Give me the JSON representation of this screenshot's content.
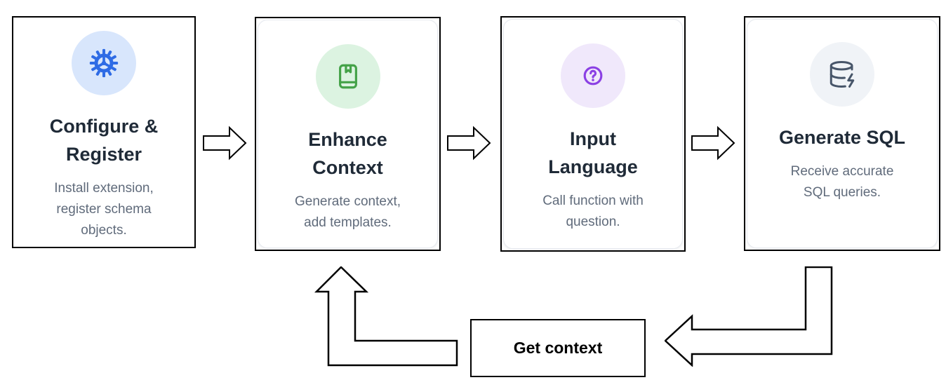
{
  "diagram": {
    "steps": [
      {
        "title": "Configure & Register",
        "title_line1": "Configure &",
        "title_line2": "Register",
        "desc_line1": "Install extension,",
        "desc_line2": "register schema",
        "desc_line3": "objects.",
        "icon": "gear-icon",
        "icon_color": "#2e6be5",
        "icon_bg": "#d8e6fc"
      },
      {
        "title": "Enhance Context",
        "title_line1": "Enhance",
        "title_line2": "Context",
        "desc_line1": "Generate context,",
        "desc_line2": "add templates.",
        "icon": "book-bookmark-icon",
        "icon_color": "#44a248",
        "icon_bg": "#dcf3e1"
      },
      {
        "title": "Input Language",
        "title_line1": "Input",
        "title_line2": "Language",
        "desc_line1": "Call function with",
        "desc_line2": "question.",
        "icon": "question-circle-icon",
        "icon_color": "#8b40e4",
        "icon_bg": "#f0e8fb"
      },
      {
        "title": "Generate SQL",
        "title_line1": "Generate SQL",
        "desc_line1": "Receive accurate",
        "desc_line2": "SQL queries.",
        "icon": "database-zap-icon",
        "icon_color": "#475569",
        "icon_bg": "#f0f3f7"
      }
    ],
    "loop_label": "Get context",
    "colors": {
      "card_border": "#000000",
      "title_text": "#1f2a37",
      "description_text": "#606b7b",
      "arrow_stroke": "#000000",
      "arrow_fill": "#ffffff",
      "loop_box_border": "#000000"
    }
  }
}
